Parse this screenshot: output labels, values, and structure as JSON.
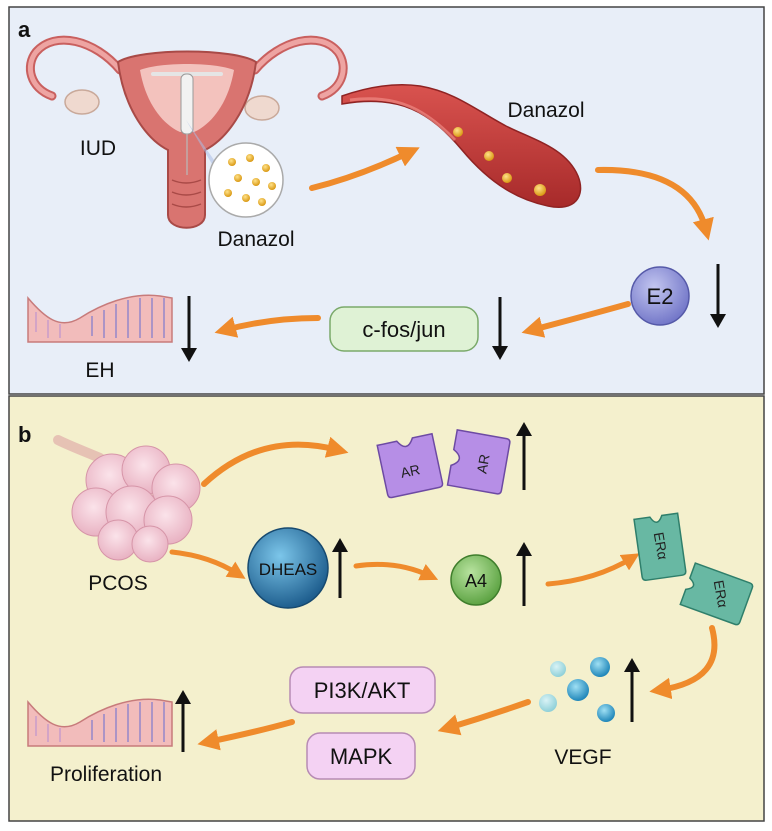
{
  "colors": {
    "panel_a_bg": "#e8eef8",
    "panel_b_bg": "#f4f0cd",
    "panel_border": "#444444",
    "arrow_orange": "#ef8b2c",
    "tissue_pink": "#e9a9a7",
    "e2_blue": "#8f93d9",
    "a4_green": "#7fbf63",
    "dheas_blue": "#2f86b5",
    "ar_purple": "#b68ee6",
    "er_teal": "#68b8a3",
    "pathway_pink": "#f4d2f3",
    "cfos_green": "#dff2d5"
  },
  "panel_a": {
    "label": "a",
    "iud_label": "IUD",
    "danazol_pill_label": "Danazol",
    "danazol_vessel_label": "Danazol",
    "e2_label": "E2",
    "cfos_label": "c-fos/jun",
    "eh_label": "EH",
    "e2_trend": "down",
    "cfos_trend": "down",
    "eh_trend": "down"
  },
  "panel_b": {
    "label": "b",
    "pcos_label": "PCOS",
    "ar_label": "AR",
    "dheas_label": "DHEAS",
    "a4_label": "A4",
    "er_label": "ERα",
    "vegf_label": "VEGF",
    "pi3k_label": "PI3K/AKT",
    "mapk_label": "MAPK",
    "proliferation_label": "Proliferation",
    "ar_trend": "up",
    "dheas_trend": "up",
    "a4_trend": "up",
    "vegf_trend": "up",
    "proliferation_trend": "up"
  }
}
